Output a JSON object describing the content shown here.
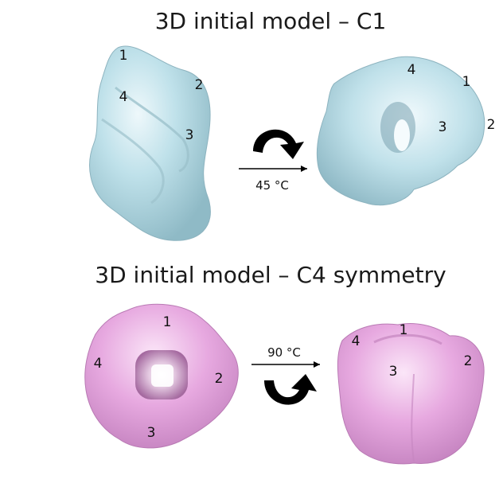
{
  "panels": [
    {
      "title": "3D initial model – C1",
      "color": "#b9dde6",
      "rotation_label": "45 °C",
      "left_labels": [
        "1",
        "2",
        "3",
        "4"
      ],
      "right_labels": [
        "1",
        "2",
        "3",
        "4"
      ]
    },
    {
      "title": "3D initial model – C4 symmetry",
      "color": "#e8a8e0",
      "rotation_label": "90 °C",
      "left_labels": [
        "1",
        "2",
        "3",
        "4"
      ],
      "right_labels": [
        "1",
        "2",
        "3",
        "4"
      ]
    }
  ],
  "icons": [
    "rotate-arrow-icon",
    "right-arrow-icon"
  ]
}
